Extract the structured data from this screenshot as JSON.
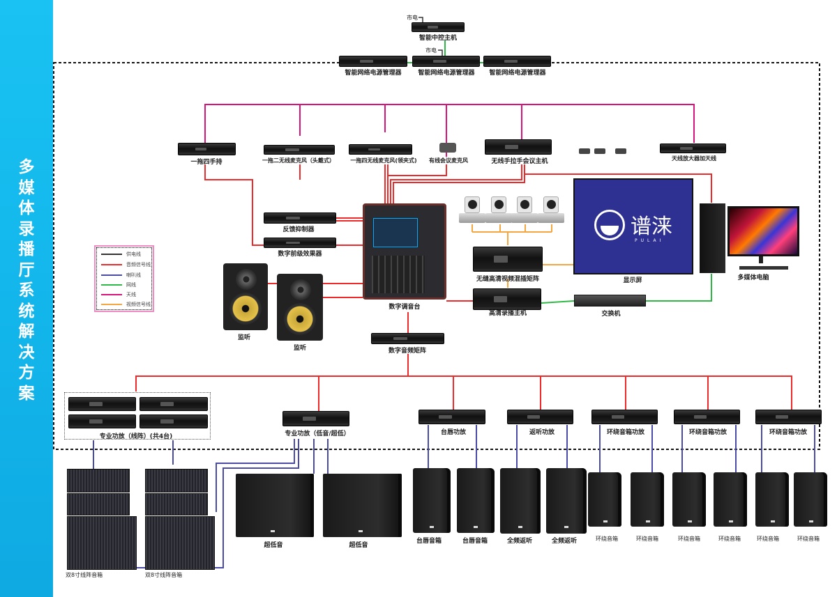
{
  "title": "多媒体录播厅系统解决方案",
  "power": {
    "mains": "市电",
    "central_control": "智能中控主机",
    "power_manager": "智能网络电源管理器"
  },
  "mics": {
    "handheld": "一拖四手持",
    "headset": "一拖二无线麦克风（头戴式）",
    "lavalier": "一拖四无线麦克风(领夹式)",
    "wired_conf": "有线会议麦克风",
    "wireless_conf": "无线手拉手会议主机",
    "antenna": "天线放大器加天线"
  },
  "processing": {
    "feedback": "反馈抑制器",
    "effects": "数字前级效果器",
    "mixer": "数字调音台",
    "monitor": "监听",
    "audio_matrix": "数字音频矩阵"
  },
  "video": {
    "video_matrix": "无缝高清视频混插矩阵",
    "recorder": "高清录播主机",
    "display": "显示屏",
    "switch": "交换机",
    "pc": "多媒体电脑",
    "brand": "谱涞",
    "brand_en": "PULAI"
  },
  "legend": [
    {
      "label": "供电线",
      "color": "#333333"
    },
    {
      "label": "音频信号线",
      "color": "#ee2a2a"
    },
    {
      "label": "喇叭线",
      "color": "#4a4aa8"
    },
    {
      "label": "网线",
      "color": "#2fb845"
    },
    {
      "label": "天线",
      "color": "#d9137c"
    },
    {
      "label": "视频信号线",
      "color": "#f5a641"
    }
  ],
  "amps": {
    "line_array": "专业功放（线阵）(共4台)",
    "sub": "专业功放（低音/超低）",
    "stage": "台唇功放",
    "return": "返听功放",
    "surround": "环绕音箱功放"
  },
  "speakers": {
    "line_array": "双8寸线阵音箱",
    "sub": "超低音",
    "stage": "台唇音箱",
    "return": "全频返听",
    "surround": "环绕音箱"
  }
}
